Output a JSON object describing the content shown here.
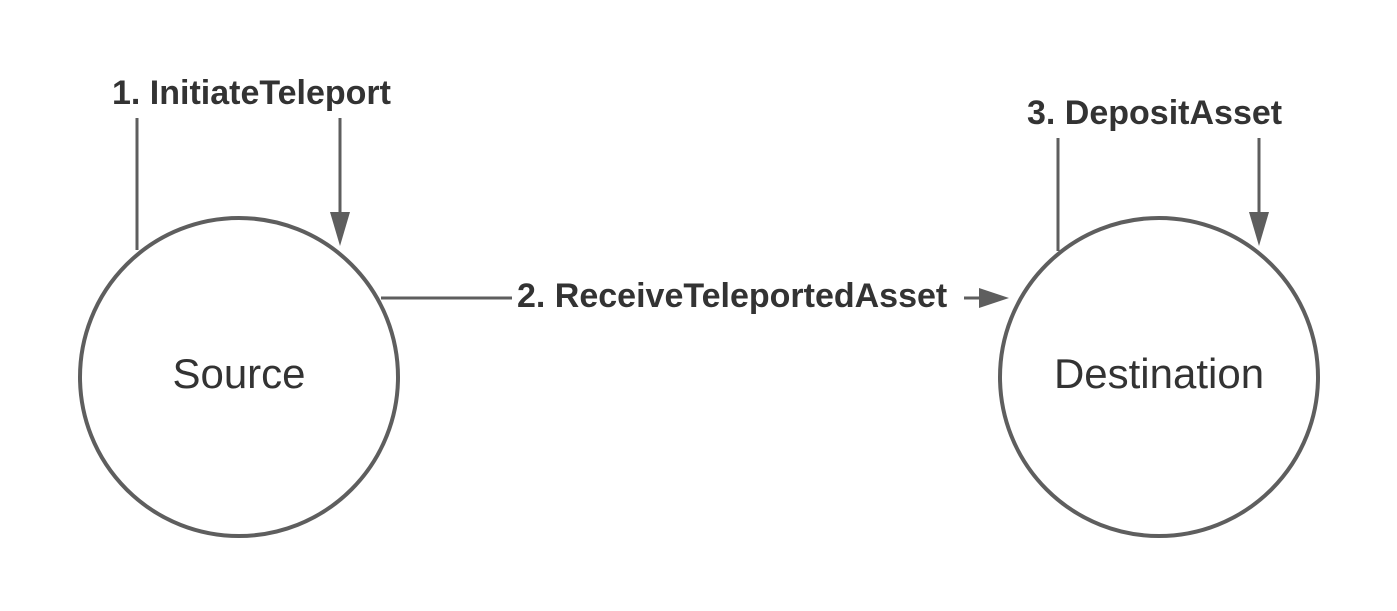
{
  "colors": {
    "background": "#ffffff",
    "stroke": "#5e5e5e",
    "text": "#333333"
  },
  "nodes": {
    "source": {
      "label": "Source"
    },
    "destination": {
      "label": "Destination"
    }
  },
  "edges": {
    "initiate_teleport": {
      "label": "1. InitiateTeleport"
    },
    "receive_teleported_asset": {
      "label": "2. ReceiveTeleportedAsset"
    },
    "deposit_asset": {
      "label": "3. DepositAsset"
    }
  }
}
